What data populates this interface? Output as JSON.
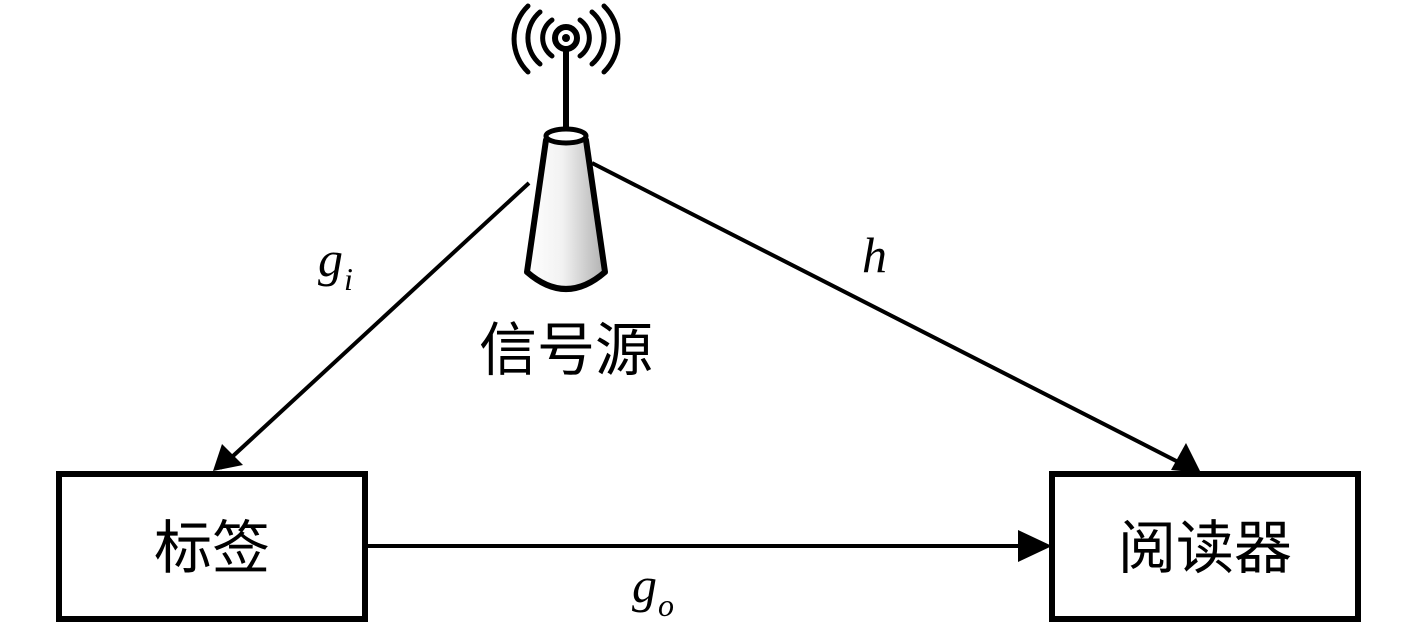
{
  "nodes": {
    "source": {
      "label": "信号源"
    },
    "tag": {
      "label": "标签"
    },
    "reader": {
      "label": "阅读器"
    }
  },
  "edges": {
    "source_to_tag": {
      "symbol": "g",
      "subscript": "i"
    },
    "source_to_reader": {
      "symbol": "h"
    },
    "tag_to_reader": {
      "symbol": "g",
      "subscript": "o"
    }
  },
  "colors": {
    "stroke": "#000000",
    "antenna_body_light": "#ffffff",
    "antenna_body_dark": "#b8b8b8"
  },
  "icons": {
    "source": "radio-antenna-icon"
  }
}
